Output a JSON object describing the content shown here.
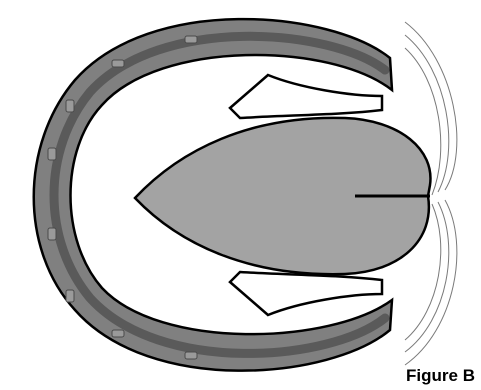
{
  "figure": {
    "caption": "Figure B"
  },
  "colors": {
    "background": "#ffffff",
    "shoe_outer": "#808080",
    "shoe_inner_groove": "#5a5a5a",
    "frog_fill": "#a3a3a3",
    "outline": "#000000",
    "hoof_wall_lines": "#7a7a7a",
    "caption_text": "#000000"
  },
  "parts": [
    {
      "name": "horseshoe"
    },
    {
      "name": "nail-holes",
      "count": 8
    },
    {
      "name": "frog"
    },
    {
      "name": "bars",
      "count": 2
    },
    {
      "name": "heel-bulbs"
    }
  ]
}
